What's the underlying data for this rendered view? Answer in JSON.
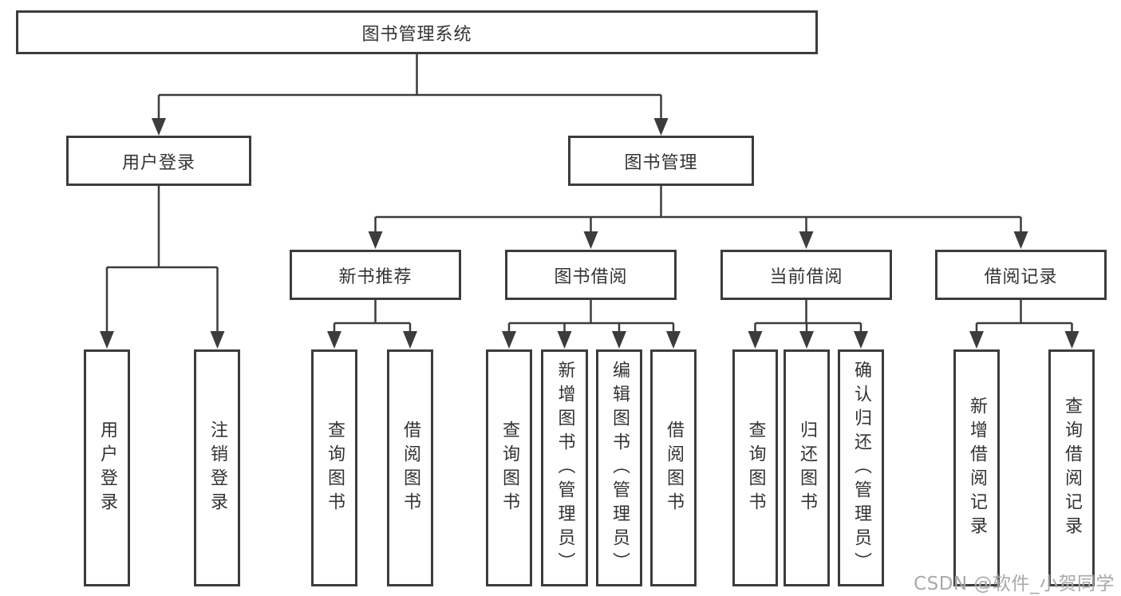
{
  "diagram_title": "图书管理系统",
  "colors": {
    "line": "#3c3c3c",
    "box_border": "#3c3c3c",
    "text": "#333333",
    "background": "#ffffff",
    "watermark": "#a2a2a2"
  },
  "tree": {
    "label": "图书管理系统",
    "children": [
      {
        "label": "用户登录",
        "children": [
          {
            "label": "用户登录"
          },
          {
            "label": "注销登录"
          }
        ]
      },
      {
        "label": "图书管理",
        "children": [
          {
            "label": "新书推荐",
            "children": [
              {
                "label": "查询图书"
              },
              {
                "label": "借阅图书"
              }
            ]
          },
          {
            "label": "图书借阅",
            "children": [
              {
                "label": "查询图书"
              },
              {
                "label": "新增图书（管理员）"
              },
              {
                "label": "编辑图书（管理员）"
              },
              {
                "label": "借阅图书"
              }
            ]
          },
          {
            "label": "当前借阅",
            "children": [
              {
                "label": "查询图书"
              },
              {
                "label": "归还图书"
              },
              {
                "label": "确认归还（管理员）"
              }
            ]
          },
          {
            "label": "借阅记录",
            "children": [
              {
                "label": "新增借阅记录"
              },
              {
                "label": "查询借阅记录"
              }
            ]
          }
        ]
      }
    ]
  },
  "watermark": {
    "text": "CSDN @软件_小贺同学"
  }
}
